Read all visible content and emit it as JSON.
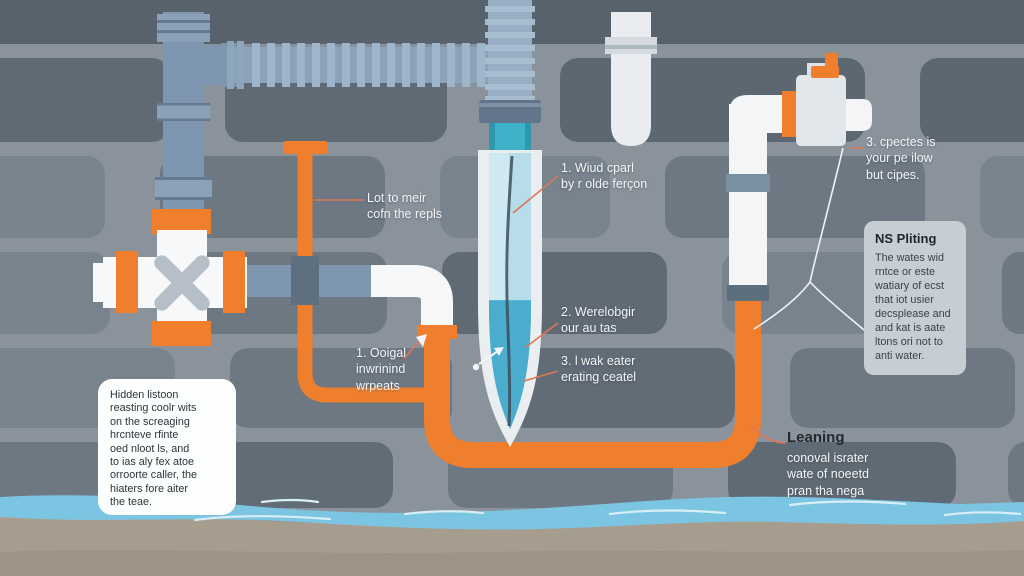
{
  "title": "Plumbing pipes diagram on brick wall",
  "colors": {
    "accent_orange": "#ef7e2d",
    "pipe_blue": "#7e96b0",
    "corrugated_blue": "#8ba3ba",
    "tube_liquid": "#5ab9d6",
    "water": "#7cc5e2",
    "sand": "#a79d8f"
  },
  "labels": {
    "pipe_note": {
      "text": "Lot to meir\ncofn the repls"
    },
    "step1": {
      "text": "1. Wiud cparl\nby r olde ferçon"
    },
    "step2": {
      "text": "2. Werelobgir\nour au tas"
    },
    "step3": {
      "text": "3. l wak eater\nerating ceatel"
    },
    "step1_alt": {
      "text": "1. Ooigal\ninwrinind\nwrpeats"
    },
    "step3_alt": {
      "text": "3. cpectes is\nyour pe ilow\nbut cipes."
    },
    "leaning": {
      "title": "Leaning",
      "body": "conoval israter\nwate of noeetd\npran tha nega"
    },
    "hidden_box": {
      "text": "Hidden listoon\nreasting coolr wits\non the screaging\nhrcnteve rfinte\noed nloot ls, and\nto ias aly fex atoe\norroorte caller, the\nhiaters fore aiter\nthe teae."
    },
    "ns_box": {
      "title": "NS Pliting",
      "body": "The wates wid\nrntce or este\nwatiary of ecst\nthat iot usier\ndecsplease and\nand kat is aate\nltons ori not to\nanti water."
    }
  }
}
